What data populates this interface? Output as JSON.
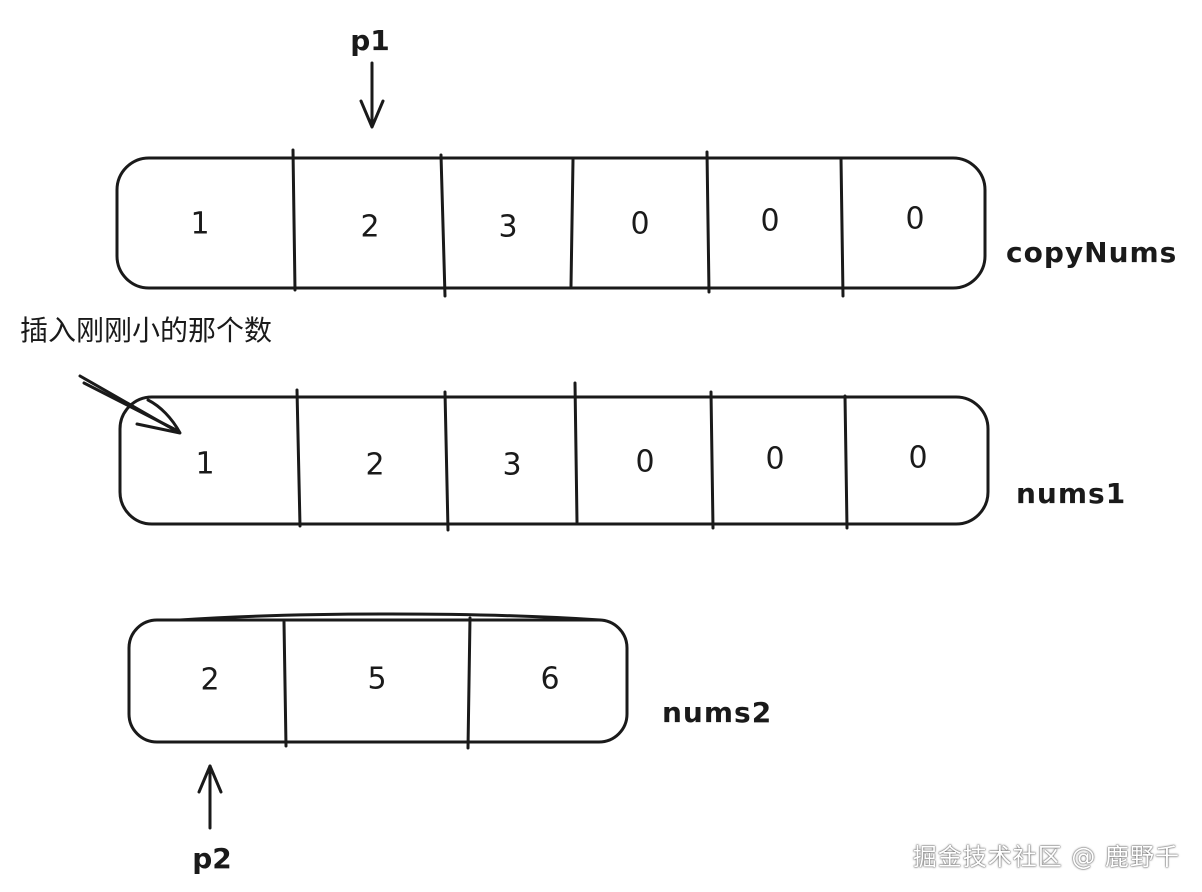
{
  "arrays": [
    {
      "name": "copyNums",
      "cells": [
        "1",
        "2",
        "3",
        "0",
        "0",
        "0"
      ]
    },
    {
      "name": "nums1",
      "cells": [
        "1",
        "2",
        "3",
        "0",
        "0",
        "0"
      ]
    },
    {
      "name": "nums2",
      "cells": [
        "2",
        "5",
        "6"
      ]
    }
  ],
  "pointers": {
    "p1": {
      "label": "p1",
      "array": "copyNums",
      "index": 1
    },
    "p2": {
      "label": "p2",
      "array": "nums2",
      "index": 0
    }
  },
  "annotation": {
    "text": "插入刚刚小的那个数",
    "target_array": "nums1",
    "target_index": 0
  },
  "watermark": "掘金技术社区 @ 鹿野千"
}
